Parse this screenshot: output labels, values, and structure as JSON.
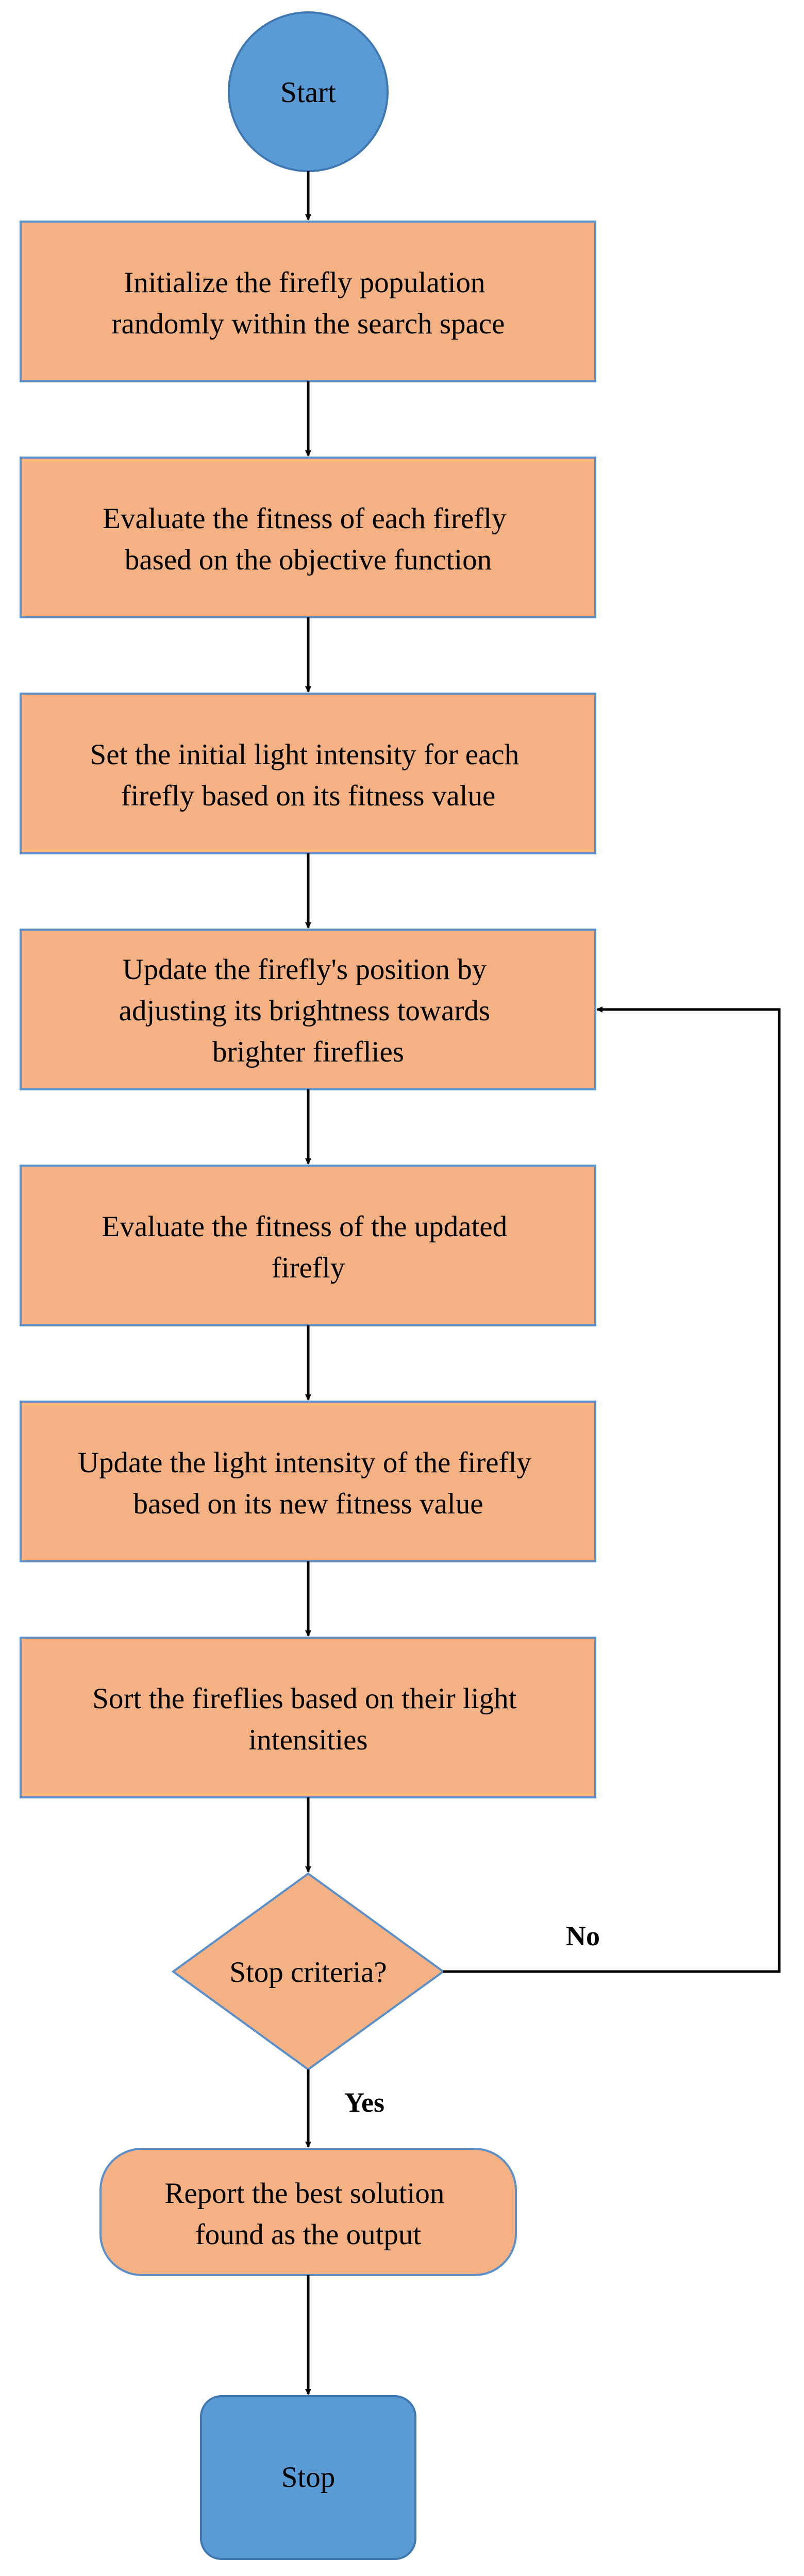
{
  "colors": {
    "process_fill": "#F4B183",
    "process_stroke": "#5B8FC9",
    "terminal_fill": "#5B9BD5",
    "terminal_stroke": "#3F77B0",
    "connector": "#000000"
  },
  "flowchart": {
    "start": {
      "label": "Start"
    },
    "steps": [
      {
        "lines": [
          "Initialize the firefly population",
          "randomly within the search space"
        ]
      },
      {
        "lines": [
          "Evaluate the fitness of each firefly",
          "based on the objective function"
        ]
      },
      {
        "lines": [
          "Set the initial light intensity for each",
          "firefly based on its fitness value"
        ]
      },
      {
        "lines": [
          "Update the firefly's position by",
          "adjusting its brightness towards",
          "brighter fireflies"
        ]
      },
      {
        "lines": [
          "Evaluate the fitness of the updated",
          "firefly"
        ]
      },
      {
        "lines": [
          "Update the light intensity of the firefly",
          "based on its new fitness value"
        ]
      },
      {
        "lines": [
          "Sort the fireflies based on their light",
          "intensities"
        ]
      }
    ],
    "decision": {
      "label": "Stop criteria?"
    },
    "branches": {
      "no_label": "No",
      "yes_label": "Yes"
    },
    "report": {
      "lines": [
        "Report  the best solution",
        "found as the output"
      ]
    },
    "stop": {
      "label": "Stop"
    }
  }
}
